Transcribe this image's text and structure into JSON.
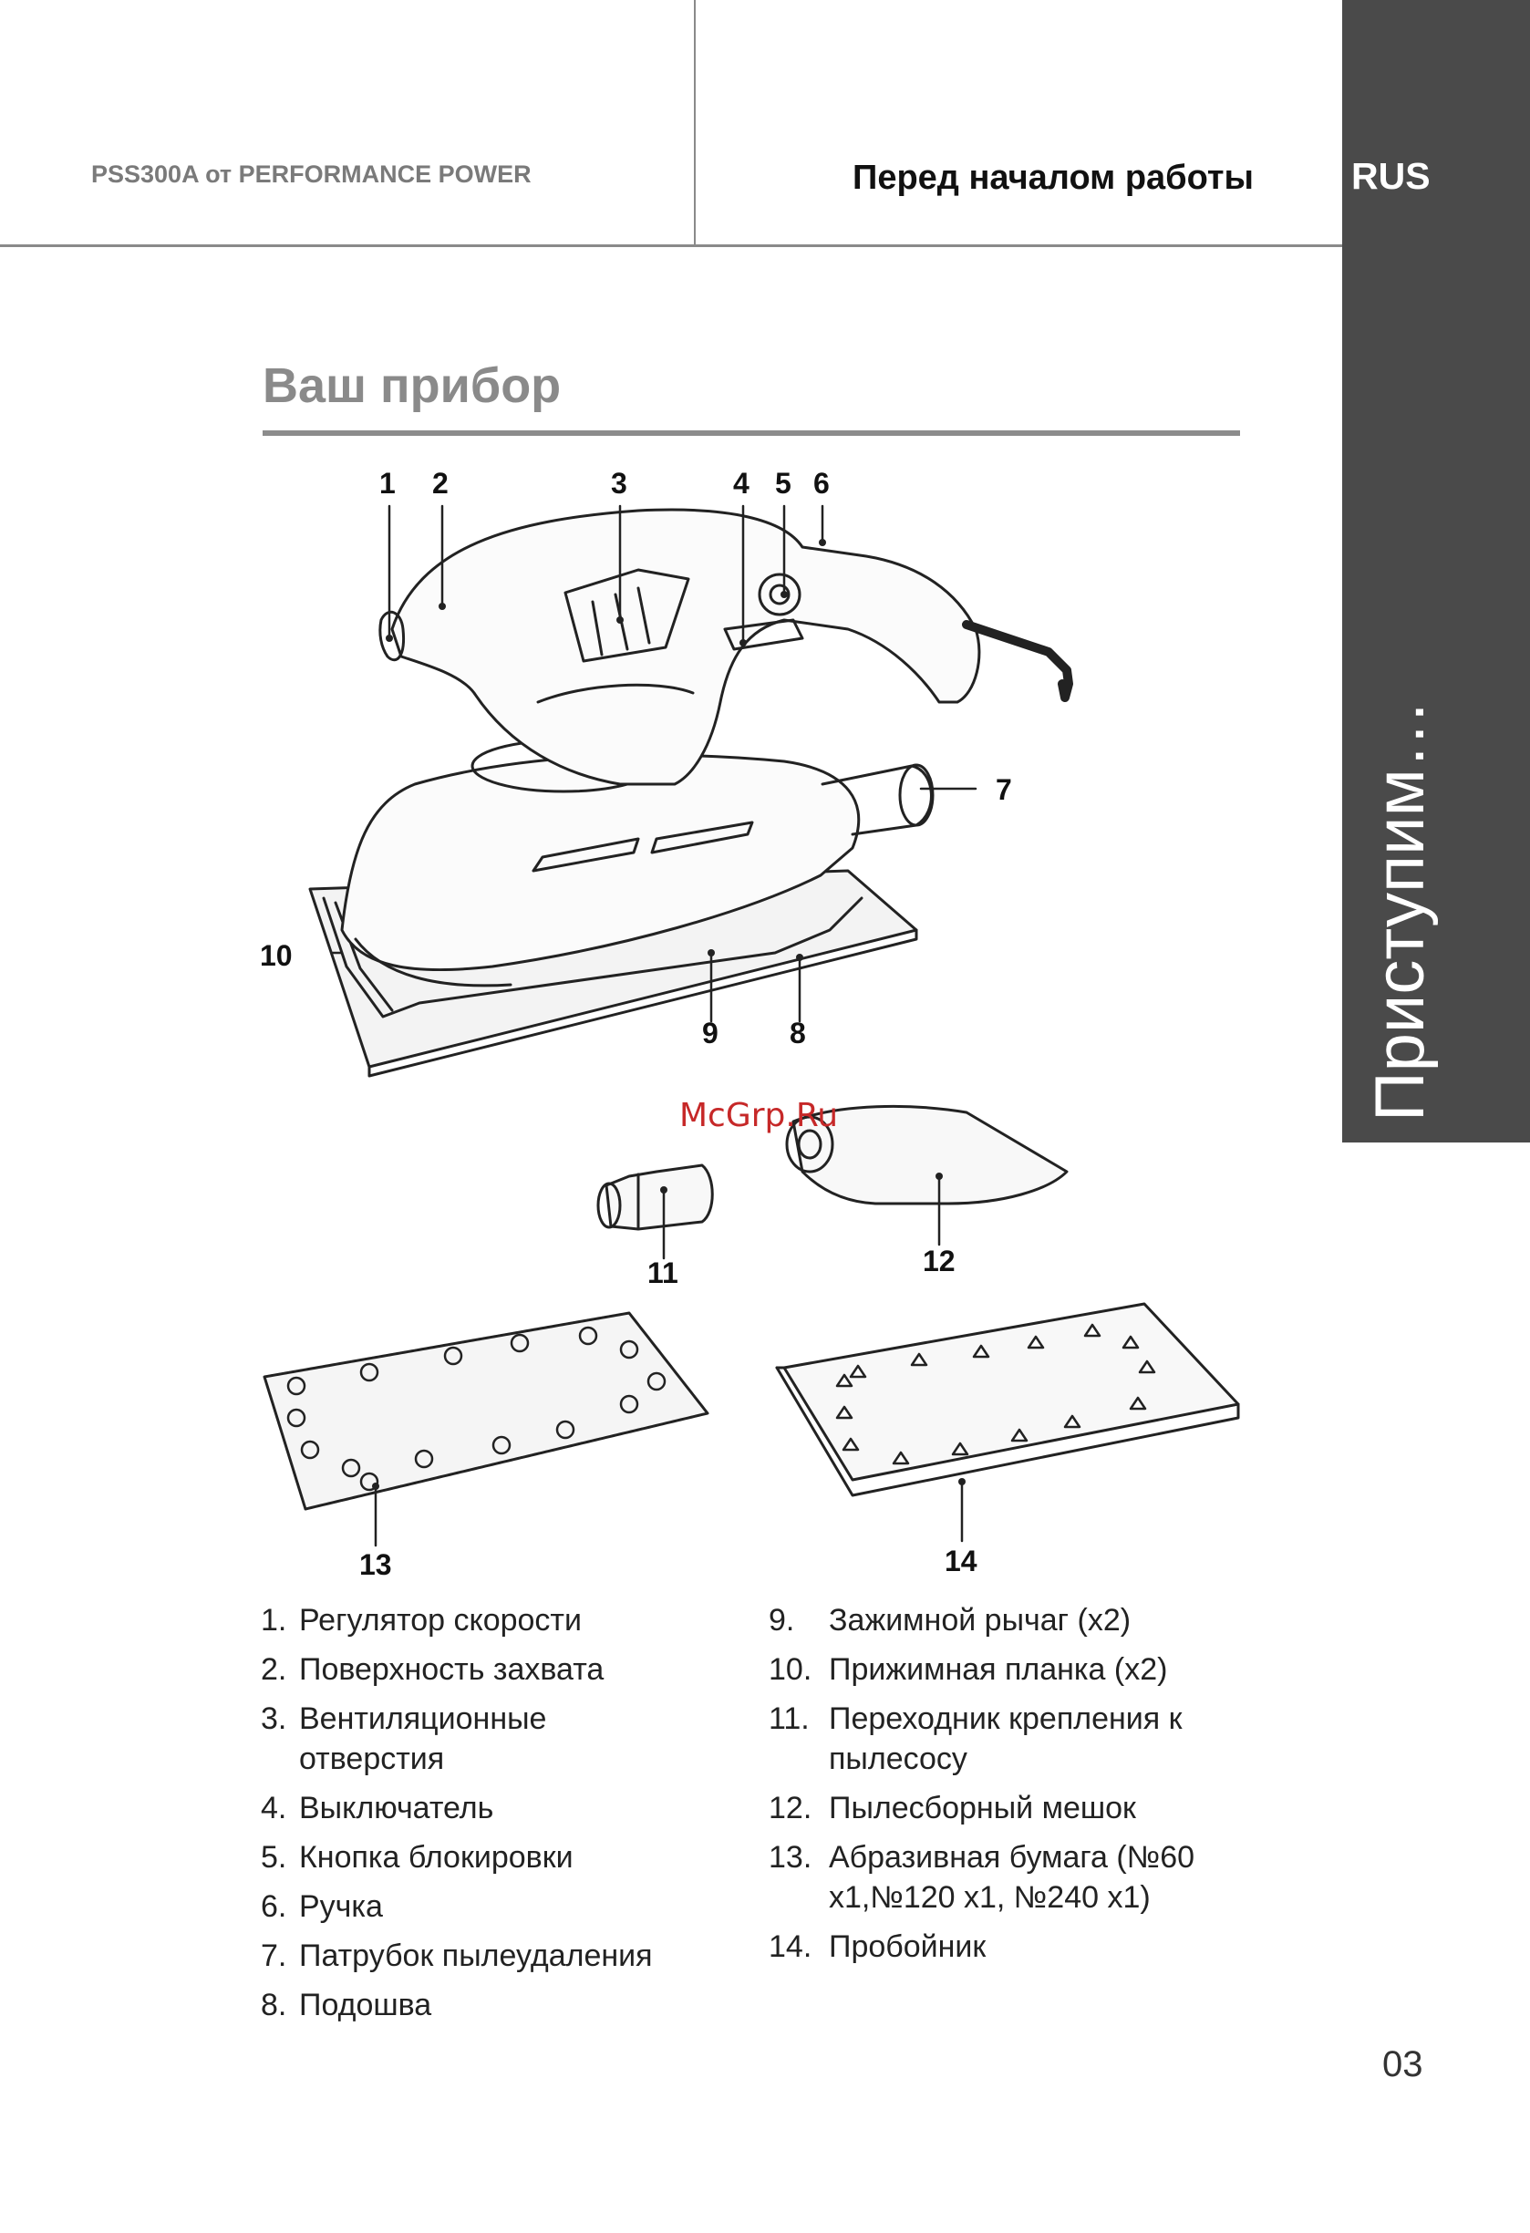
{
  "header": {
    "left_text": "PSS300A от PERFORMANCE POWER",
    "right_text": "Перед началом работы",
    "lang": "RUS"
  },
  "sidebar": {
    "text": "Приступим…"
  },
  "section_title": "Ваш прибор",
  "watermark": "McGrp.Ru",
  "callouts": [
    "1",
    "2",
    "3",
    "4",
    "5",
    "6",
    "7",
    "8",
    "9",
    "10",
    "11",
    "12",
    "13",
    "14"
  ],
  "legend_left": [
    {
      "num": "1.",
      "text": "Регулятор скорости"
    },
    {
      "num": "2.",
      "text": "Поверхность захвата"
    },
    {
      "num": "3.",
      "text": "Вентиляционные отверстия"
    },
    {
      "num": "4.",
      "text": "Выключатель"
    },
    {
      "num": "5.",
      "text": "Кнопка блокировки"
    },
    {
      "num": "6.",
      "text": "Ручка"
    },
    {
      "num": "7.",
      "text": "Патрубок пылеудаления"
    },
    {
      "num": "8.",
      "text": "Подошва"
    }
  ],
  "legend_right": [
    {
      "num": "9.",
      "text": "Зажимной рычаг (x2)"
    },
    {
      "num": "10.",
      "text": "Прижимная планка (x2)"
    },
    {
      "num": "11.",
      "text": "Переходник крепления к пылесосу"
    },
    {
      "num": "12.",
      "text": "Пылесборный мешок"
    },
    {
      "num": "13.",
      "text": "Абразивная бумага (№60 x1,№120 x1, №240 x1)"
    },
    {
      "num": "14.",
      "text": "Пробойник"
    }
  ],
  "page_number": "03"
}
